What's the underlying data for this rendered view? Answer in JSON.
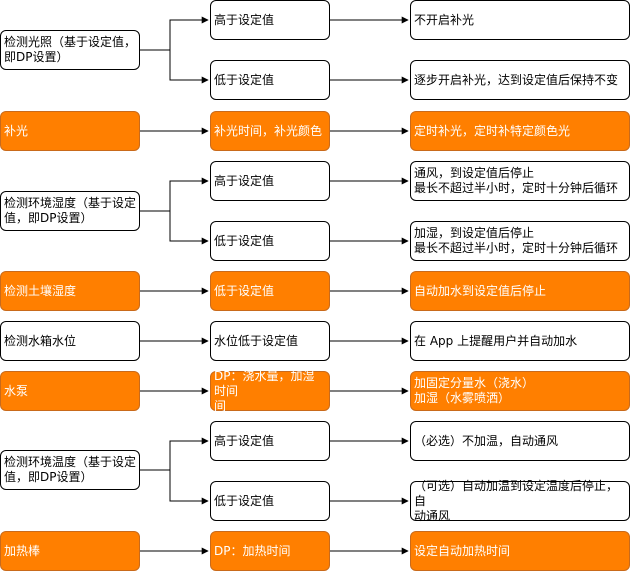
{
  "accent_color": "#ff7f00",
  "rows": {
    "light": {
      "source": "检测光照（基于设定值，\n即DP设置）",
      "high": {
        "cond": "高于设定值",
        "result": "不开启补光"
      },
      "low": {
        "cond": "低于设定值",
        "result": "逐步开启补光，达到设定值后保持不变"
      }
    },
    "supplement": {
      "source": "补光",
      "cond": "补光时间，补光颜色",
      "result": "定时补光，定时补特定颜色光"
    },
    "humidity": {
      "source": "检测环境湿度（基于设定\n值，即DP设置）",
      "high": {
        "cond": "高于设定值",
        "result": "通风，到设定值后停止\n最长不超过半小时，定时十分钟后循环"
      },
      "low": {
        "cond": "低于设定值",
        "result": "加湿，到设定值后停止\n最长不超过半小时，定时十分钟后循环"
      }
    },
    "soil": {
      "source": "检测土壤湿度",
      "cond": "低于设定值",
      "result": "自动加水到设定值后停止"
    },
    "tank": {
      "source": "检测水箱水位",
      "cond": "水位低于设定值",
      "result": "在 App 上提醒用户并自动加水"
    },
    "pump": {
      "source": "水泵",
      "cond": "DP：浇水量，加湿时间\n间",
      "result": "加固定分量水（浇水）\n加湿（水雾喷洒）"
    },
    "temperature": {
      "source": "检测环境温度（基于设定\n值，即DP设置）",
      "high": {
        "cond": "高于设定值",
        "result": "（必选）不加温，自动通风"
      },
      "low": {
        "cond": "低于设定值",
        "result": "（可选）自动加温到设定温度后停止，自\n动通风"
      }
    },
    "heater": {
      "source": "加热棒",
      "cond": "DP：加热时间",
      "result": "设定自动加热时间"
    }
  }
}
